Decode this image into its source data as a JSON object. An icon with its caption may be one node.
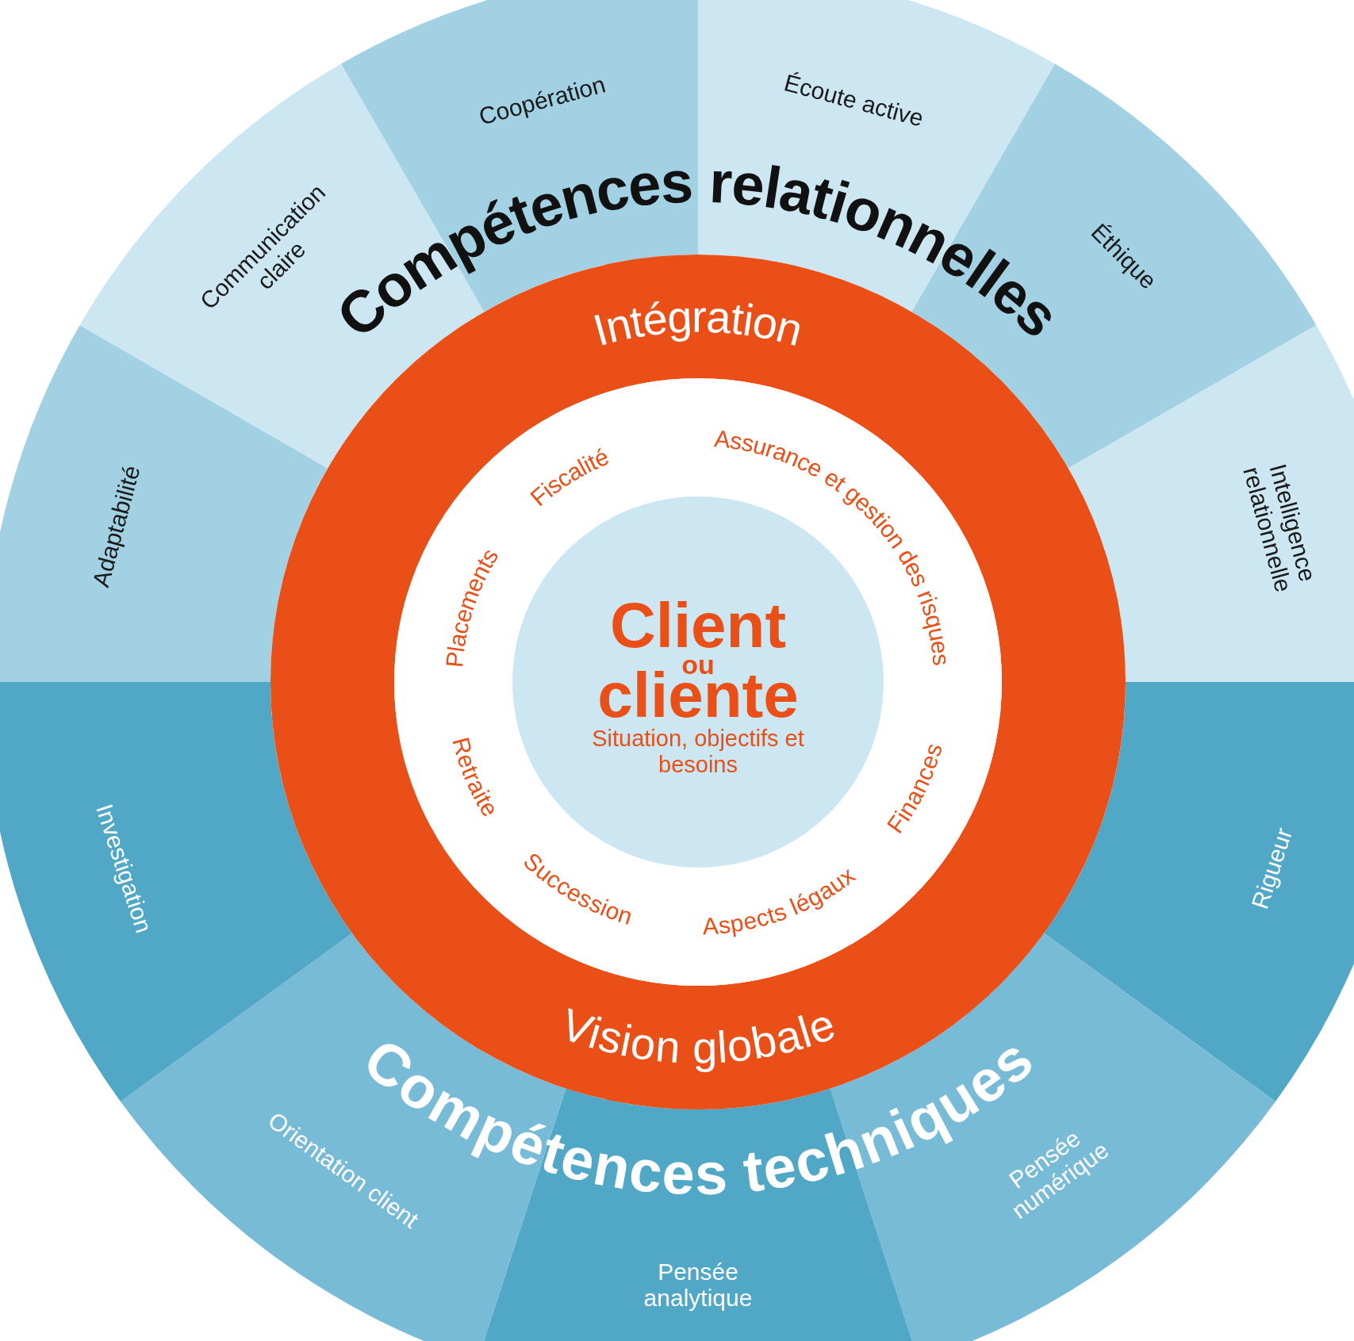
{
  "diagram": {
    "nodes": [
      {
        "text": [
          "Adaptabilité"
        ]
      },
      {
        "text": [
          "Communication claire"
        ]
      },
      {
        "text": [
          "Coopération"
        ]
      },
      {
        "text": [
          "Écoute active"
        ]
      },
      {
        "text": [
          "Éthique"
        ]
      },
      {
        "text": [
          "Intelligence relationnelle"
        ]
      },
      {
        "text": [
          "Rigueur"
        ]
      },
      {
        "text": [
          "Pensée numérique"
        ]
      },
      {
        "text": [
          "Pensée analytique"
        ]
      },
      {
        "text": [
          "Orientation client"
        ]
      },
      {
        "text": [
          "Investigation"
        ]
      },
      {
        "text": [
          "Intégration",
          "Vision globale"
        ]
      },
      {
        "text": [
          "Placements",
          "Fiscalité",
          "Assurance et gestion des risques",
          "Finances",
          "Aspects légaux",
          "Succession",
          "Retraite"
        ],
        "in": 11
      },
      {
        "text": [
          "Client ou cliente",
          "Situation, objectifs et besoins"
        ],
        "in": 12
      }
    ],
    "edges": [],
    "labels": [
      "Compétences relationnelles",
      "Compétences techniques"
    ]
  }
}
